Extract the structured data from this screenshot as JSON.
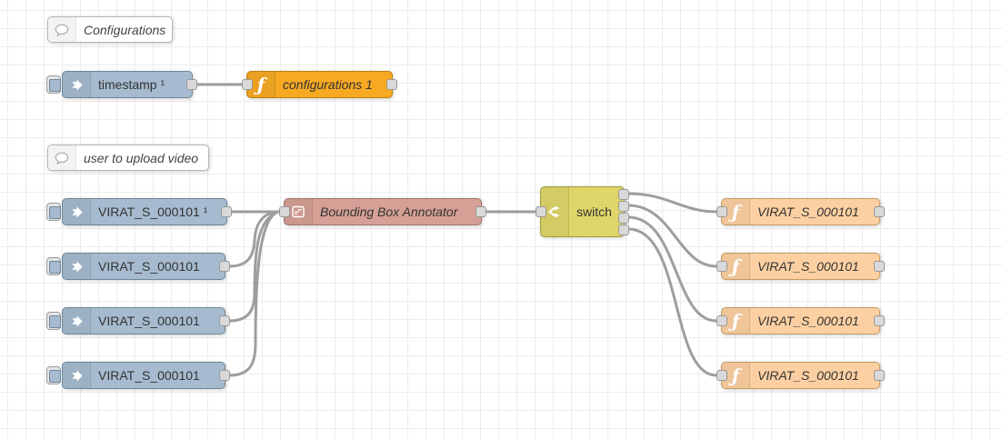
{
  "app": {
    "type": "flow-editor-canvas"
  },
  "comments": [
    {
      "label": "Configurations"
    },
    {
      "label": "user to upload video"
    }
  ],
  "injects": [
    {
      "label": "timestamp ¹"
    },
    {
      "label": "VIRAT_S_000101 ¹"
    },
    {
      "label": "VIRAT_S_000101"
    },
    {
      "label": "VIRAT_S_000101"
    },
    {
      "label": "VIRAT_S_000101"
    }
  ],
  "functions": {
    "config": {
      "label": "configurations 1"
    },
    "outputs": [
      {
        "label": "VIRAT_S_000101"
      },
      {
        "label": "VIRAT_S_000101"
      },
      {
        "label": "VIRAT_S_000101"
      },
      {
        "label": "VIRAT_S_000101"
      }
    ],
    "glyph": "ƒ"
  },
  "annotator": {
    "label": "Bounding Box Annotator"
  },
  "switch": {
    "label": "switch",
    "output_count": 4
  },
  "icons": {
    "comment": "speech-bubble-icon",
    "inject": "arrow-right-icon",
    "function": "function-f-icon",
    "annotator": "template-lines-icon",
    "switch": "fork-arrows-icon"
  },
  "colors": {
    "inject": "#a6bbcf",
    "function_orange": "#f7a922",
    "annotator": "#d5a095",
    "switch": "#dfd669",
    "function_peach": "#fcd0a2",
    "wire": "#9e9e9e",
    "port": "#d9d9d9",
    "grid": "#ececec",
    "background": "#ffffff"
  }
}
